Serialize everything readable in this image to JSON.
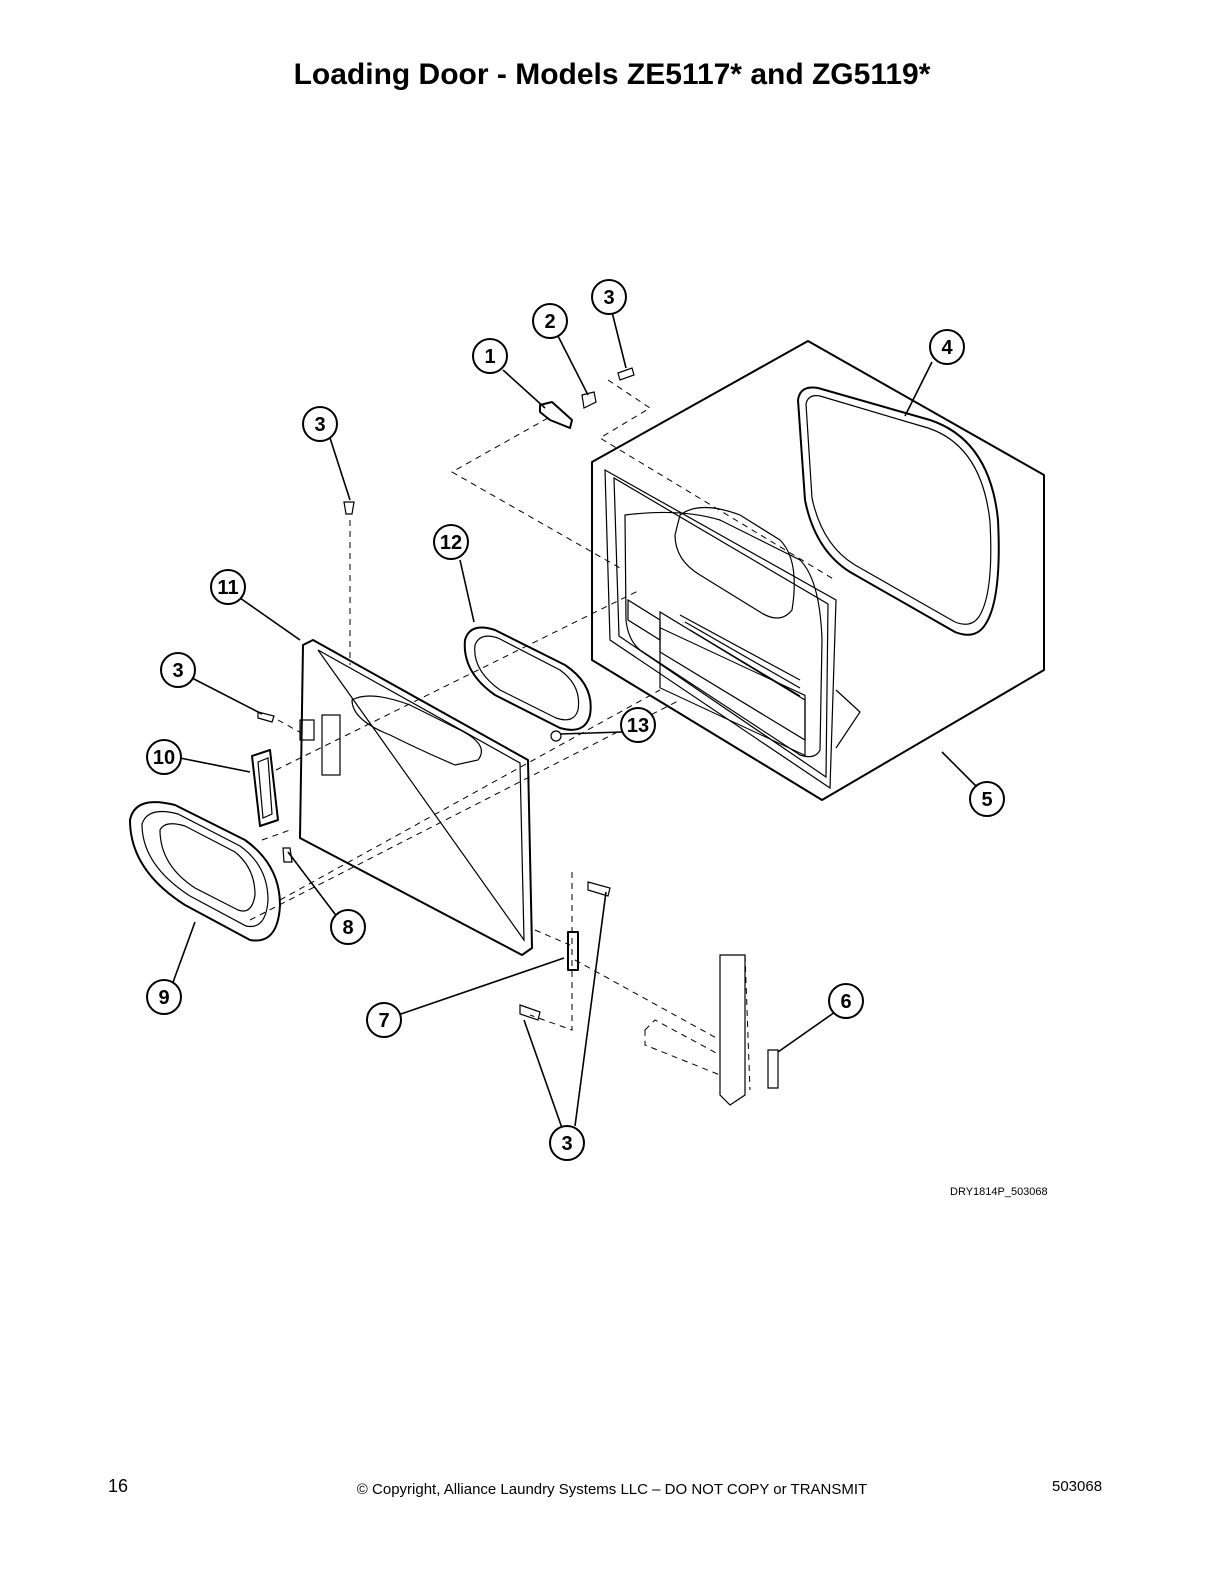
{
  "page": {
    "title": "Loading Door - Models ZE5117* and ZG5119*",
    "figure_code": "DRY1814P_503068",
    "page_number": "16",
    "copyright": "© Copyright, Alliance Laundry Systems LLC – DO NOT COPY or TRANSMIT",
    "doc_number": "503068"
  },
  "callouts": [
    "1",
    "2",
    "3",
    "4",
    "5",
    "6",
    "7",
    "8",
    "9",
    "10",
    "11",
    "12",
    "13"
  ]
}
